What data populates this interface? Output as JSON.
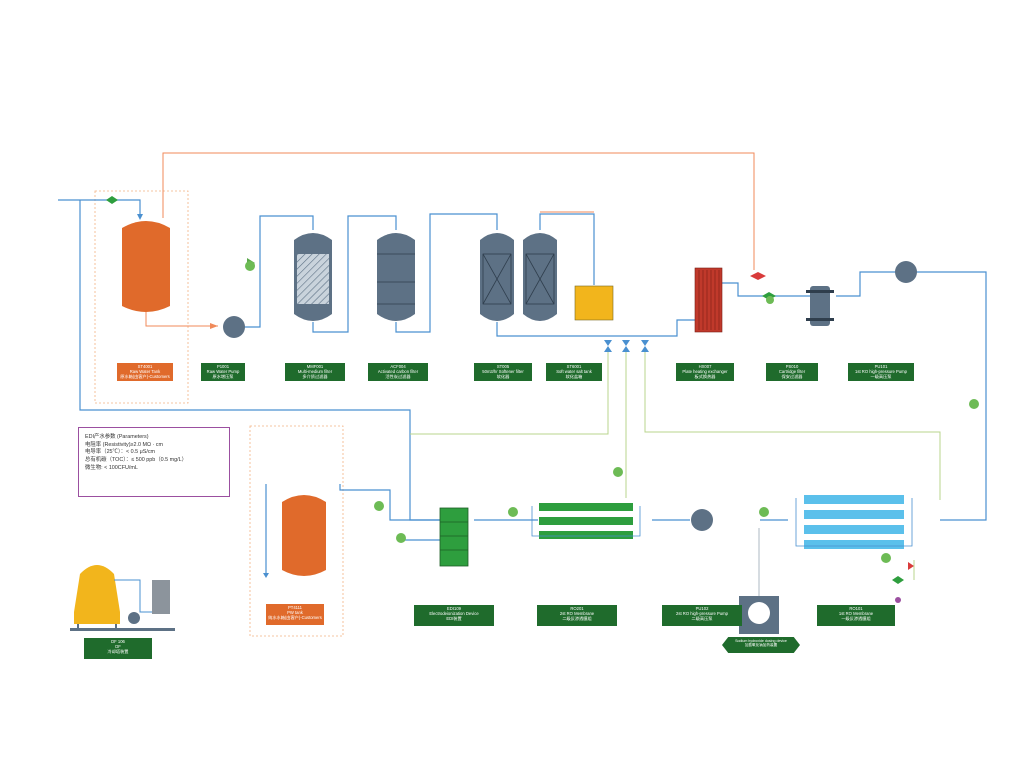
{
  "labels": {
    "raw_water_tank": {
      "code": "ST4001",
      "en": "Raw Water Tank",
      "zh": "原水箱(由客户)-Customers"
    },
    "raw_water_pump": {
      "code": "P1001",
      "en": "Raw Water Pump",
      "zh": "原水增压泵"
    },
    "multi_medium_filter": {
      "code": "MMF001",
      "en": "Multi-medium filter",
      "zh": "多介质过滤器"
    },
    "activated_carbon_filter": {
      "code": "ACF004",
      "en": "Activated carbon filter",
      "zh": "活性炭过滤器"
    },
    "softener_filter": {
      "code": "ST005",
      "en": "50m3/hr Softener filter",
      "zh": "软化器"
    },
    "soft_water_salt_tank": {
      "code": "ST6001",
      "en": "Soft water salt tank",
      "zh": "软化盐箱"
    },
    "plate_heat_exchanger": {
      "code": "HX007",
      "en": "Plate heating exchanger",
      "zh": "板式换热器"
    },
    "cartridge_filter": {
      "code": "PS010",
      "en": "Cartridge filter",
      "zh": "保安过滤器"
    },
    "first_hp_pump": {
      "code": "PU101",
      "en": "1st RO high-pressure Pump",
      "zh": "一级高压泵"
    },
    "edi_device": {
      "code": "EDI109",
      "en": "Electrodeionization Device",
      "zh": "EDI装置"
    },
    "second_ro_membrane": {
      "code": "RO201",
      "en": "2st RO Membrane",
      "zh": "二级反渗透膜组"
    },
    "second_hp_pump": {
      "code": "PU102",
      "en": "2st RO high-pressure Pump",
      "zh": "二级高压泵"
    },
    "first_ro_membrane": {
      "code": "RO101",
      "en": "1st RO Membrane",
      "zh": "一级反渗透膜组"
    },
    "pw_tank": {
      "code": "PT4111",
      "en": "PW tank",
      "zh": "纯水水箱(由客户)-Customers"
    },
    "cooling_tower": {
      "code": "DF 106",
      "en": "DF",
      "zh": "冷却塔装置"
    }
  },
  "parameters": {
    "title": "EDI产水参数 (Parameters)",
    "lines": [
      "电阻率 (Resistivity)≥2.0 MΩ · cm",
      "电导率（25℃）：< 0.5 μS/cm",
      "总有机碳（TOC）：≤ 500 ppb（0.5 mg/L）",
      "微生物: < 100CFU/mL"
    ]
  },
  "dosing_label": {
    "line1": "Sodium hydroxide dosing device",
    "line2": "加氢氧化钠加药装置"
  },
  "colors": {
    "tank_orange": "#e06a2b",
    "vessel_steel": "#5d7185",
    "pipe_blue": "#4a90d0",
    "pipe_orange": "#f08a5a",
    "pipe_green": "#b9d48c",
    "label_green": "#1f6b2c",
    "membrane_green": "#2e9e3e",
    "membrane_blue": "#5bc0eb",
    "heat_exchanger_red": "#c0392b",
    "salt_tank_yellow": "#f2b51c"
  }
}
